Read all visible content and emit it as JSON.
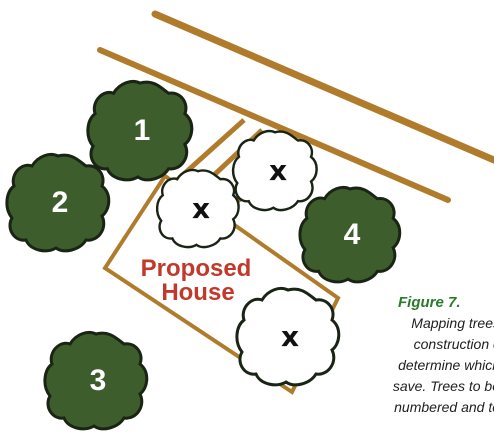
{
  "colors": {
    "road": "#b07c2c",
    "tree_dark": "#3e5d2c",
    "tree_outline": "#1a2415",
    "house_outline": "#b07c2c",
    "house_text": "#c0392b",
    "figure_title": "#2d7a2d"
  },
  "trees": {
    "t1": "1",
    "t2": "2",
    "t3": "3",
    "t4": "4"
  },
  "removed_trees": {
    "r1": "x",
    "r2": "x",
    "r3": "x"
  },
  "house": {
    "line1": "Proposed",
    "line2": "House"
  },
  "caption": {
    "title": "Figure 7.",
    "line1": "Mapping trees",
    "line2": "construction c",
    "line3": "determine which",
    "line4": "save.  Trees to be",
    "line5": "numbered and to"
  }
}
